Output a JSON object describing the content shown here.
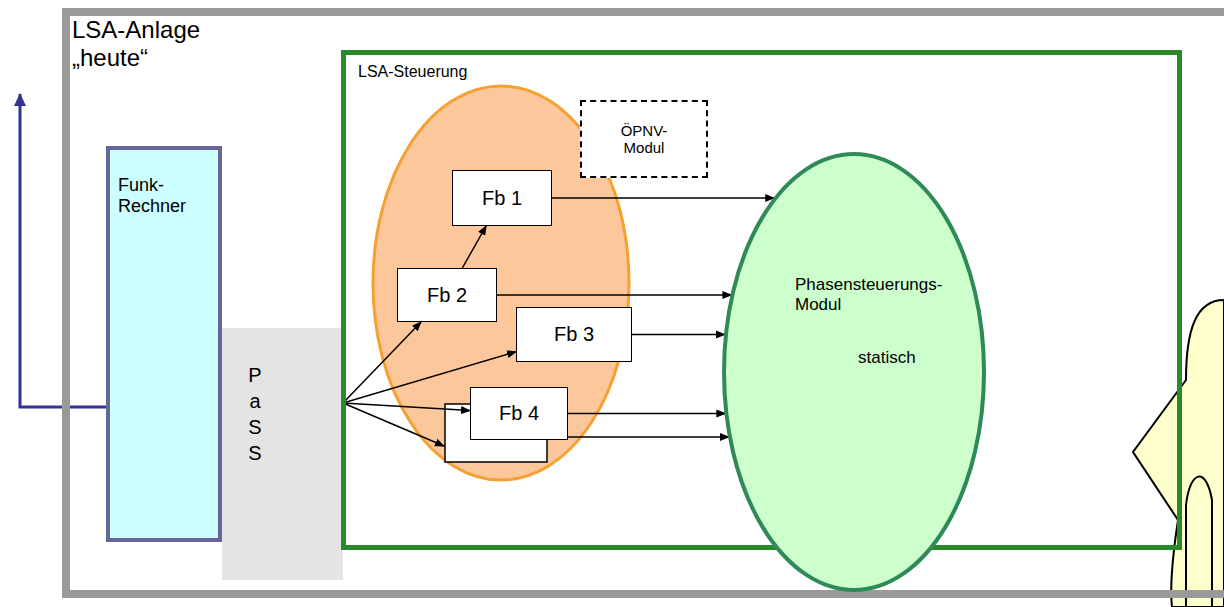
{
  "diagram": {
    "nodes": [
      {
        "text": [
          "LSA-Anlage „heute“"
        ]
      },
      {
        "text": [
          "Funk- Rechner"
        ],
        "in": 0
      },
      {
        "text": [
          "PaSS"
        ],
        "in": 0
      },
      {
        "text": [
          "LSA-Steuerung"
        ],
        "in": 0
      },
      {
        "text": [
          "ÖPNV- Modul"
        ],
        "in": 3
      },
      {
        "text": [
          "Fb 1"
        ],
        "in": 3
      },
      {
        "text": [
          "Fb 2"
        ],
        "in": 3
      },
      {
        "text": [
          "Fb 3"
        ],
        "in": 3
      },
      {
        "text": [
          "Fb 4"
        ],
        "in": 3
      },
      {
        "text": [
          "Phasensteuerungs- Modul",
          "statisch"
        ],
        "in": 3
      }
    ],
    "edges": [
      {
        "from": 6,
        "to": 5,
        "arrow": "to"
      },
      {
        "from": 2,
        "to": 6,
        "arrow": "to"
      },
      {
        "from": 2,
        "to": 7,
        "arrow": "to"
      },
      {
        "from": 2,
        "to": 8,
        "arrow": "to"
      },
      {
        "from": 5,
        "to": 9,
        "arrow": "to"
      },
      {
        "from": 6,
        "to": 9,
        "arrow": "to"
      },
      {
        "from": 7,
        "to": 9,
        "arrow": "to"
      },
      {
        "from": 8,
        "to": 9,
        "arrow": "to"
      }
    ]
  }
}
